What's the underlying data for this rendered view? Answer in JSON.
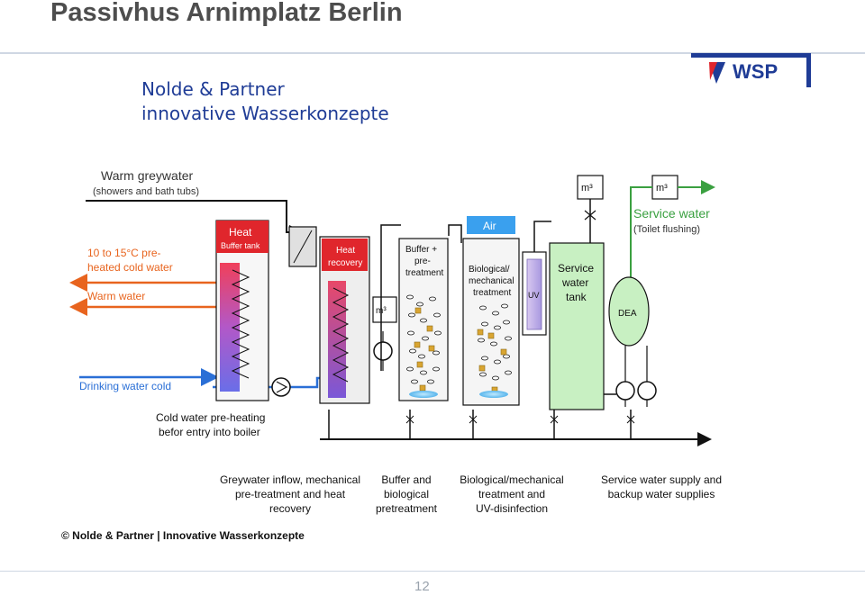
{
  "page": {
    "title": "Passivhus Arnimplatz Berlin",
    "subtitle_line1": "Nolde & Partner",
    "subtitle_line2": "innovative Wasserkonzepte",
    "footer": "© Nolde & Partner | Innovative Wasserkonzepte",
    "page_number": "12",
    "logo_text": "WSP"
  },
  "colors": {
    "title": "#4d4d4d",
    "subtitle": "#1f3c96",
    "orange": "#e8641e",
    "blue": "#2a6fd6",
    "green_tank": "#c8f0c2",
    "green_text": "#3aa040",
    "logo_red": "#e0262c",
    "logo_blue": "#1f3c96"
  },
  "diagram": {
    "warm_greywater": "Warm greywater",
    "greywater_sources": "(showers and bath tubs)",
    "preheated_line1": "10 to 15°C pre-",
    "preheated_line2": "heated cold water",
    "warm_water": "Warm water",
    "drinking_water_cold": "Drinking water cold",
    "cold_preheat_line1": "Cold water pre-heating",
    "cold_preheat_line2": "befor entry into boiler",
    "heat_tank_line1": "Heat",
    "heat_tank_line2": "Buffer tank",
    "heat_recovery_line1": "Heat",
    "heat_recovery_line2": "recovery",
    "buffer_line1": "Buffer +",
    "buffer_line2": "pre-",
    "buffer_line3": "treatment",
    "air": "Air",
    "bio_line1": "Biological/",
    "bio_line2": "mechanical",
    "bio_line3": "treatment",
    "uv": "UV",
    "service_tank_line1": "Service",
    "service_tank_line2": "water",
    "service_tank_line3": "tank",
    "meter": "m³",
    "service_water": "Service water",
    "toilet_flushing": "(Toilet flushing)",
    "dea": "DEA"
  },
  "stages": [
    {
      "line1": "Greywater inflow, mechanical",
      "line2": "pre-treatment and heat",
      "line3": "recovery"
    },
    {
      "line1": "Buffer and",
      "line2": "biological",
      "line3": "pretreatment"
    },
    {
      "line1": "Biological/mechanical",
      "line2": "treatment and",
      "line3": "UV-disinfection"
    },
    {
      "line1": "Service water supply and",
      "line2": "backup water supplies",
      "line3": ""
    }
  ]
}
